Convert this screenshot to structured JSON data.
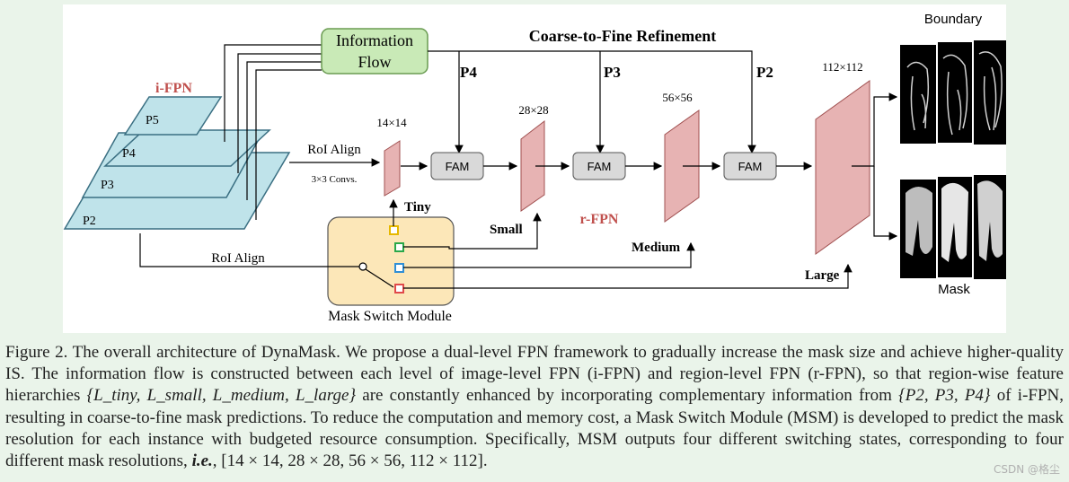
{
  "figure": {
    "coarse_to_fine_title": "Coarse-to-Fine Refinement",
    "information_flow": [
      "Information",
      "Flow"
    ],
    "ifpn_label": "i-FPN",
    "rfpn_label": "r-FPN",
    "ifpn_levels": [
      "P5",
      "P4",
      "P3",
      "P2"
    ],
    "branch_labels": [
      "P4",
      "P3",
      "P2"
    ],
    "roi_align_top": "RoI Align",
    "convs_label": "3×3 Convs.",
    "roi_align_bottom": "RoI Align",
    "fam_label": "FAM",
    "sizes": [
      "14×14",
      "28×28",
      "56×56",
      "112×112"
    ],
    "levels": [
      "Tiny",
      "Small",
      "Medium",
      "Large"
    ],
    "msm_label": "Mask Switch Module",
    "boundary_label": "Boundary",
    "mask_label": "Mask",
    "colors": {
      "fpn_plane": "#bfe3ea",
      "fpn_plane_edge": "#3a6f82",
      "feature_map": "#e7b3b3",
      "info_flow_box": "#c9eab7",
      "msm_box": "#fce7b8",
      "fam_box": "#d9d9d9",
      "red_label": "#c0504d",
      "switch_yellow": "#e6b800",
      "switch_green": "#2aa84a",
      "switch_blue": "#2f8fd6",
      "switch_red": "#e04a4a"
    }
  },
  "caption": {
    "p1": "Figure 2. The overall architecture of DynaMask. We propose a dual-level FPN framework to gradually increase the mask size and achieve higher-quality IS. The information flow is constructed between each level of image-level FPN (i-FPN) and region-level FPN (r-FPN), so that region-wise feature hierarchies ",
    "math_set1": "{L_tiny, L_small, L_medium, L_large}",
    "p2": " are constantly enhanced by incorporating complementary information from ",
    "math_set2": "{P2, P3, P4}",
    "p3": " of i-FPN, resulting in coarse-to-fine mask predictions. To reduce the computation and memory cost, a Mask Switch Module (MSM) is developed to predict the mask resolution for each instance with budgeted resource consumption. Specifically, MSM outputs four different switching states, corresponding to four different mask resolutions, ",
    "ie": "i.e.",
    "p4": ", ",
    "math_res": "[14 × 14, 28 × 28, 56 × 56, 112 × 112]",
    "p5": "."
  },
  "watermark": "CSDN @格尘"
}
